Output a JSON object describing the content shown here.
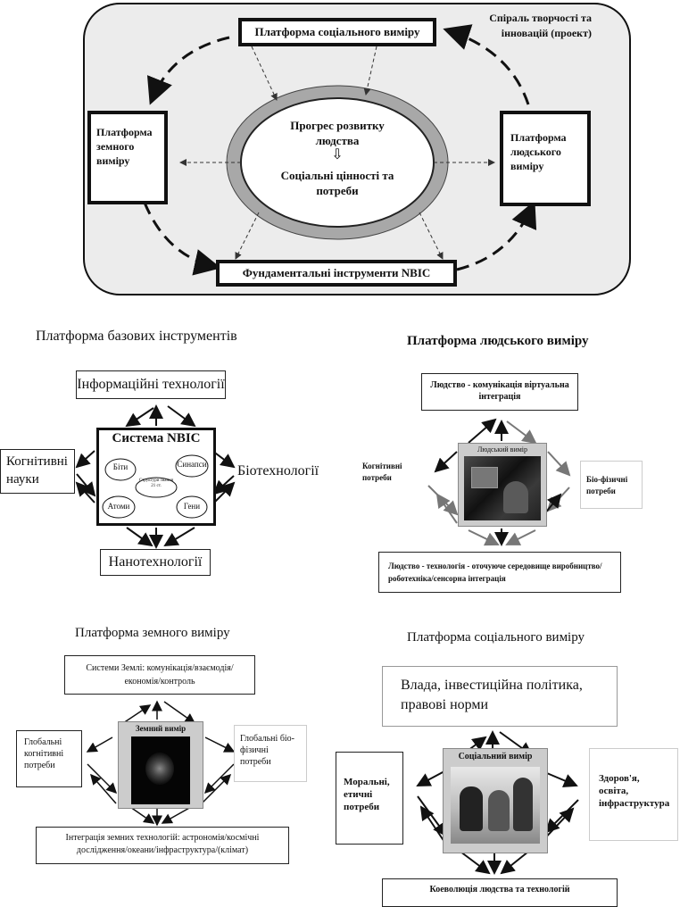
{
  "top": {
    "platform_social": "Платформа соціального виміру",
    "spiral": "Спіраль творчості та інновацій (проект)",
    "platform_earth": "Платформа земного виміру",
    "platform_human": "Платформа людського виміру",
    "progress": "Прогрес розвитку людства",
    "arrow_glyph": "⇩",
    "values": "Соціальні цінності та потреби",
    "fundamental": "Фундаментальні інструменти NBIC"
  },
  "basic": {
    "title": "Платформа базових інструментів",
    "info": "Інформаційні технології",
    "system": "Система NBIC",
    "bits": "Біти",
    "links": "Синапси",
    "atoms": "Атоми",
    "genes": "Гени",
    "center": "Структури знання 21 ст.",
    "cognitive": "Когнітивні науки",
    "bio": "Біотехнології",
    "nano": "Нанотехнології"
  },
  "human": {
    "title": "Платформа людського виміру",
    "top_box": "Людство - комунікація віртуальна інтеграція",
    "center": "Людський вимір",
    "left": "Когнітивні потреби",
    "right": "Біо-фізичні потреби",
    "bottom_box": "Людство - технологія - оточуюче середовище виробництво/роботехніка/сенсорна інтеграція"
  },
  "earth": {
    "title": "Платформа земного виміру",
    "top_box": "Системи Землі: комунікація/взаємодія/економія/контроль",
    "center": "Земний вимір",
    "left": "Глобальні когнітивні потреби",
    "right": "Глобальні біо-фізичні потреби",
    "bottom_box": "Інтеграція земних технологій: астрономія/космічні дослідження/океани/інфраструктура/(клімат)"
  },
  "social": {
    "title": "Платформа соціального виміру",
    "top_box": "Влада, інвестиційна політика, правові норми",
    "center": "Соціальний вимір",
    "left": "Моральні, етичні потреби",
    "right": "Здоров'я, освіта, інфраструктура",
    "bottom_box": "Коеволюція людства та технологій"
  }
}
